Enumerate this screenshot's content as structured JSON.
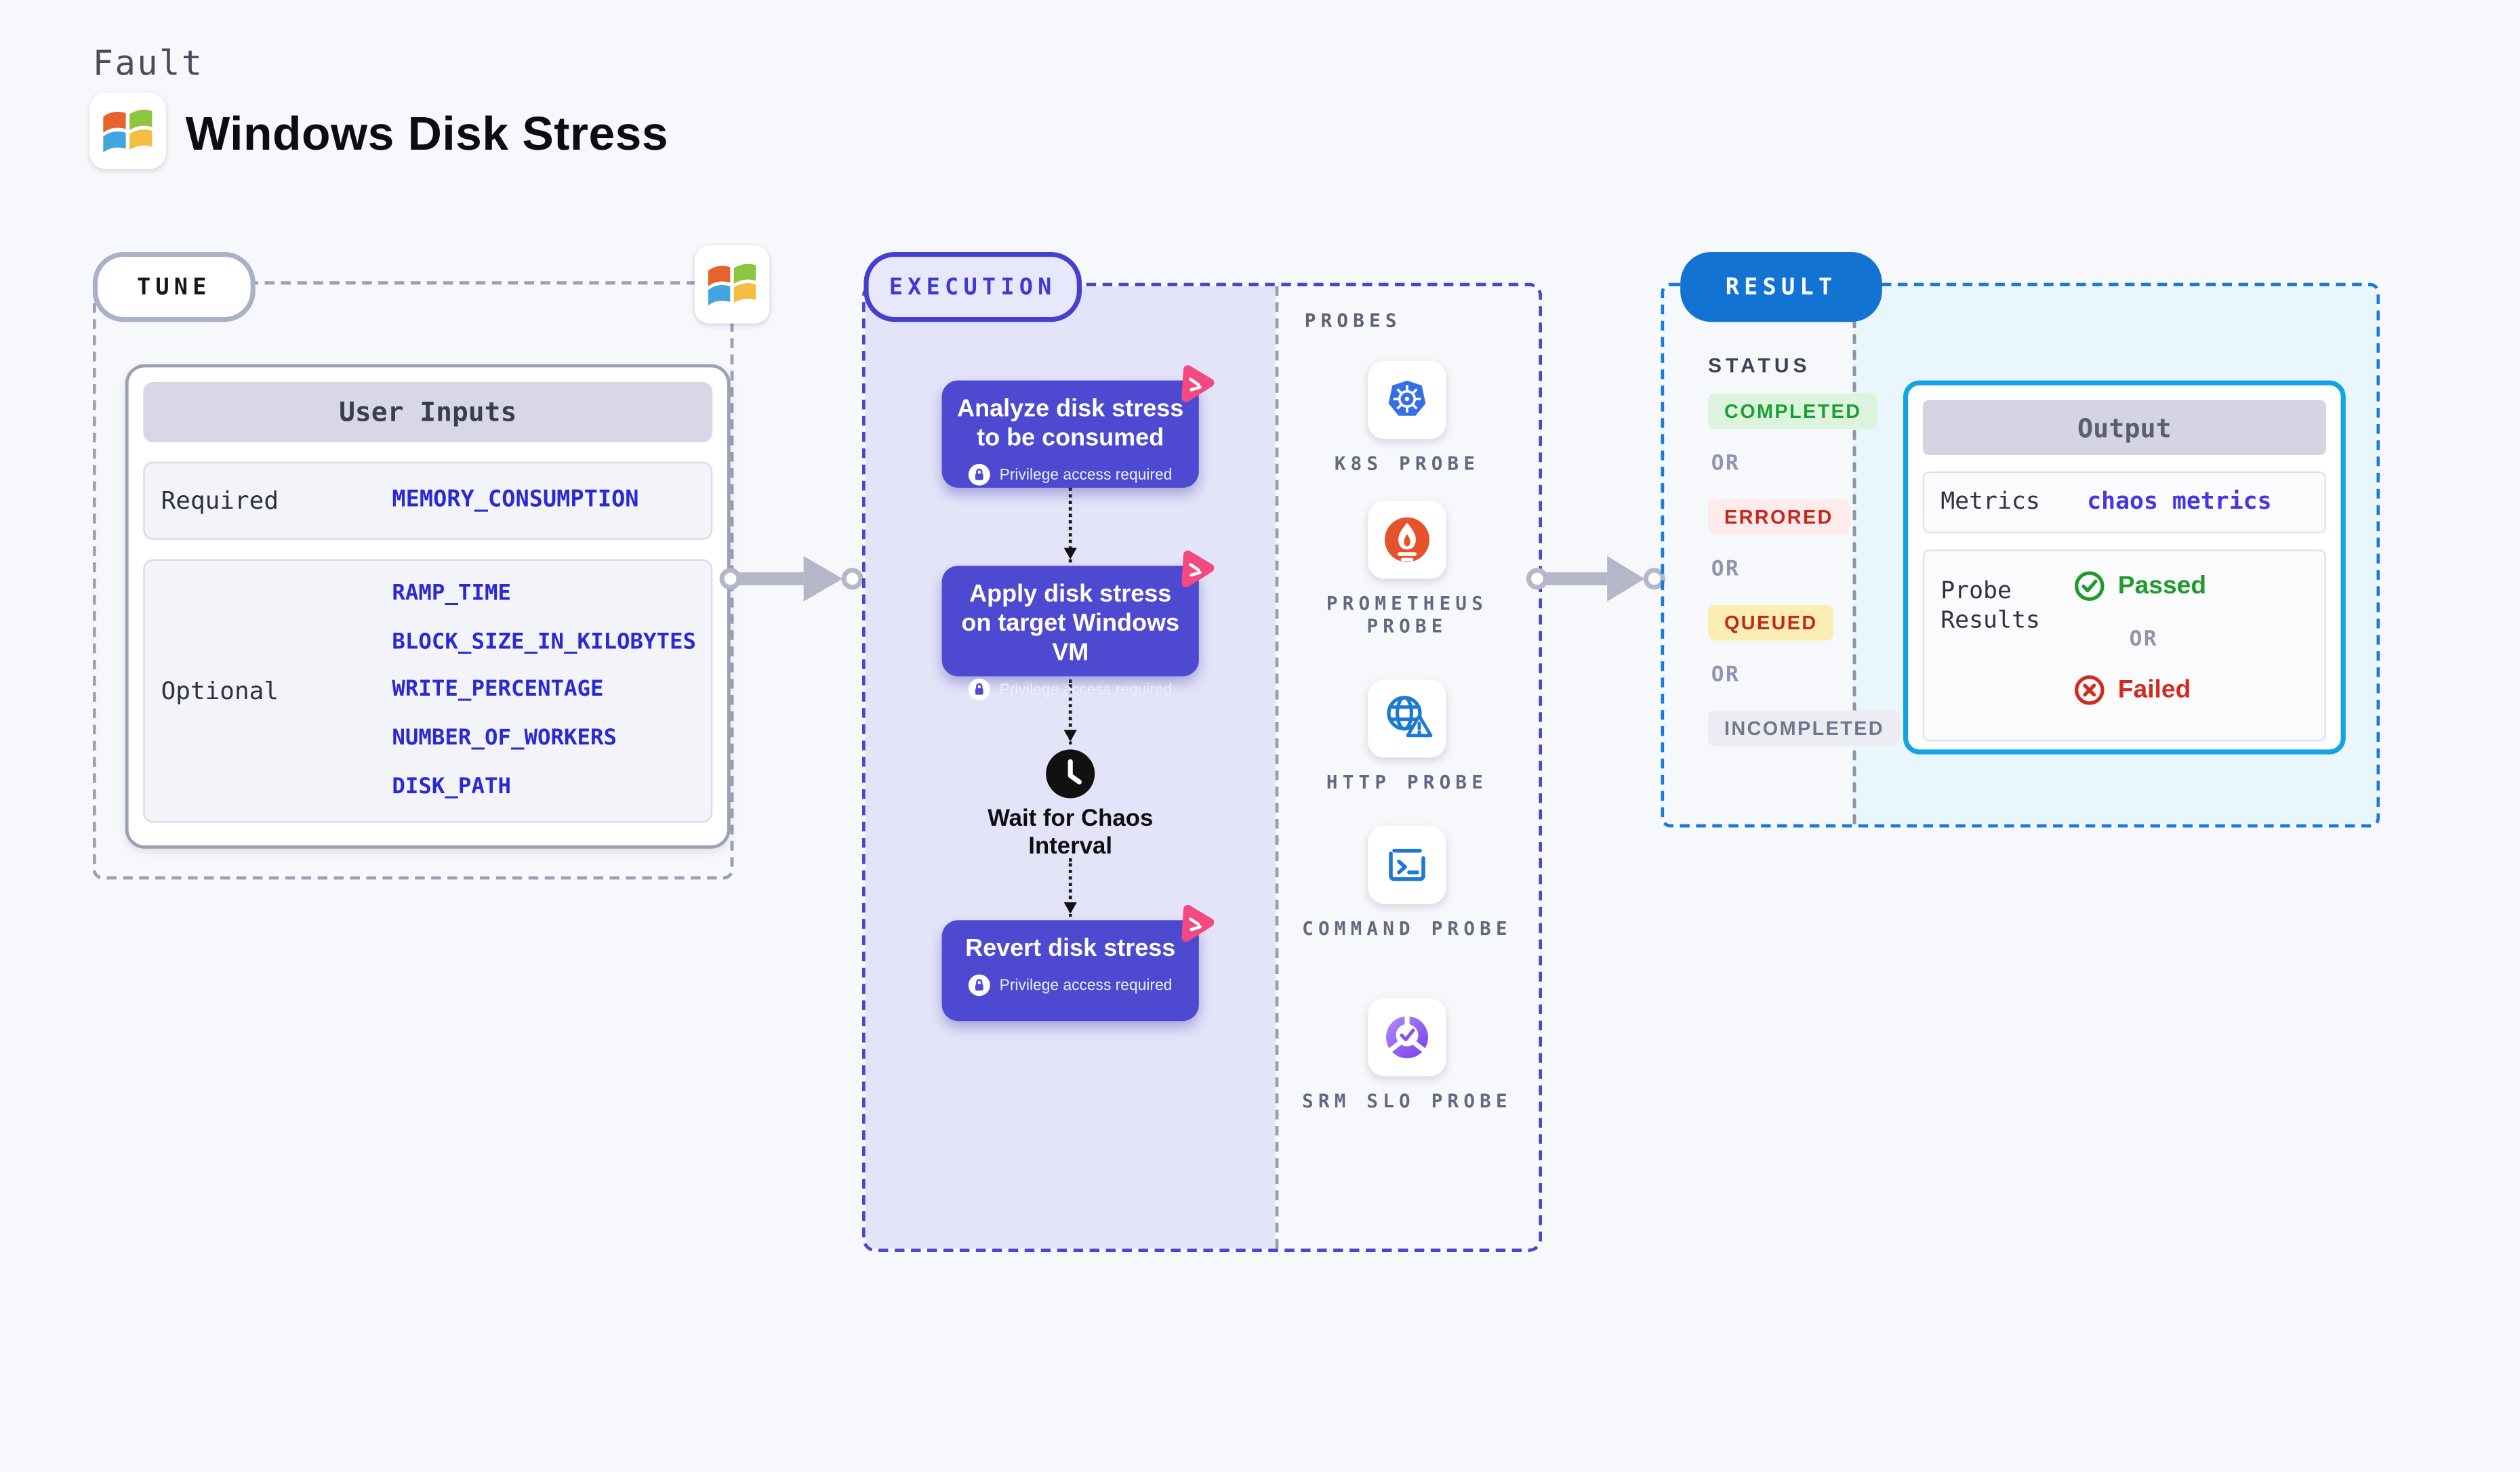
{
  "header": {
    "kicker": "Fault",
    "title": "Windows Disk Stress"
  },
  "tune": {
    "label": "TUNE",
    "table_title": "User Inputs",
    "required_label": "Required",
    "required_var": "MEMORY_CONSUMPTION",
    "optional_label": "Optional",
    "optional_vars": [
      "RAMP_TIME",
      "BLOCK_SIZE_IN_KILOBYTES",
      "WRITE_PERCENTAGE",
      "NUMBER_OF_WORKERS",
      "DISK_PATH"
    ]
  },
  "execution": {
    "label": "EXECUTION",
    "steps": [
      {
        "title": "Analyze disk stress to be consumed",
        "badge": "Privilege access required"
      },
      {
        "title": "Apply disk stress on target Windows VM",
        "badge": "Privilege access required"
      },
      {
        "title": "Revert disk stress",
        "badge": "Privilege access required"
      }
    ],
    "wait_label": "Wait for Chaos Interval"
  },
  "probes": {
    "label": "PROBES",
    "items": [
      {
        "name": "K8S PROBE",
        "icon": "kubernetes-icon"
      },
      {
        "name": "PROMETHEUS PROBE",
        "icon": "prometheus-icon"
      },
      {
        "name": "HTTP PROBE",
        "icon": "http-globe-icon"
      },
      {
        "name": "COMMAND PROBE",
        "icon": "terminal-icon"
      },
      {
        "name": "SRM SLO PROBE",
        "icon": "srm-slo-icon"
      }
    ]
  },
  "result": {
    "label": "RESULT",
    "status_label": "STATUS",
    "or_label": "OR",
    "statuses": [
      {
        "text": "COMPLETED",
        "fg": "#1d9e33",
        "bg": "#dcf4de"
      },
      {
        "text": "ERRORED",
        "fg": "#c8281c",
        "bg": "#fdeceb"
      },
      {
        "text": "QUEUED",
        "fg": "#c02a1c",
        "bg": "#fbeeb4"
      },
      {
        "text": "INCOMPLETED",
        "fg": "#70768c",
        "bg": "#ecedf3"
      }
    ],
    "output": {
      "title": "Output",
      "metrics_label": "Metrics",
      "metrics_value": "chaos metrics",
      "probe_results_label": "Probe Results",
      "passed_label": "Passed",
      "failed_label": "Failed"
    }
  },
  "colors": {
    "accent_indigo": "#4d49d1",
    "accent_blue": "#1273d2",
    "accent_cyan": "#14a4e4",
    "chaos_pink": "#f24a80",
    "var_blue": "#2a2ad4",
    "passed_green": "#1f9a2d",
    "failed_red": "#d02b1d"
  }
}
